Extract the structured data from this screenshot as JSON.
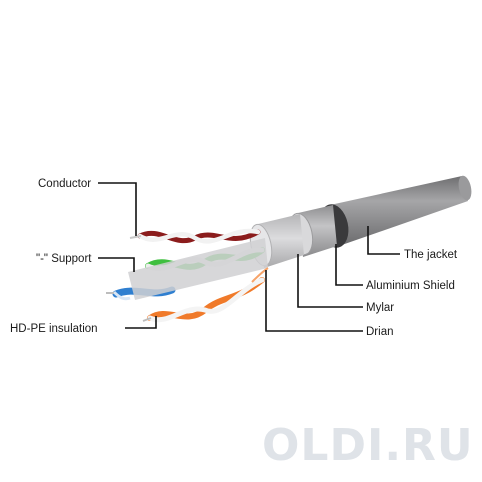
{
  "diagram": {
    "labels": {
      "conductor": "Conductor",
      "support": "\"-\" Support",
      "insulation": "HD-PE insulation",
      "jacket": "The jacket",
      "shield": "Aluminium Shield",
      "mylar": "Mylar",
      "drain": "Drian"
    },
    "watermark": "OLDI.RU",
    "colors": {
      "jacket": "#8a8a8c",
      "shield": "#a9a9ab",
      "pair_brown": "#8b1c1c",
      "pair_green": "#3fbf3f",
      "pair_blue": "#2f7fd0",
      "pair_orange": "#f07a2a",
      "leader": "#111111",
      "watermark": "#dfe3e8"
    }
  }
}
